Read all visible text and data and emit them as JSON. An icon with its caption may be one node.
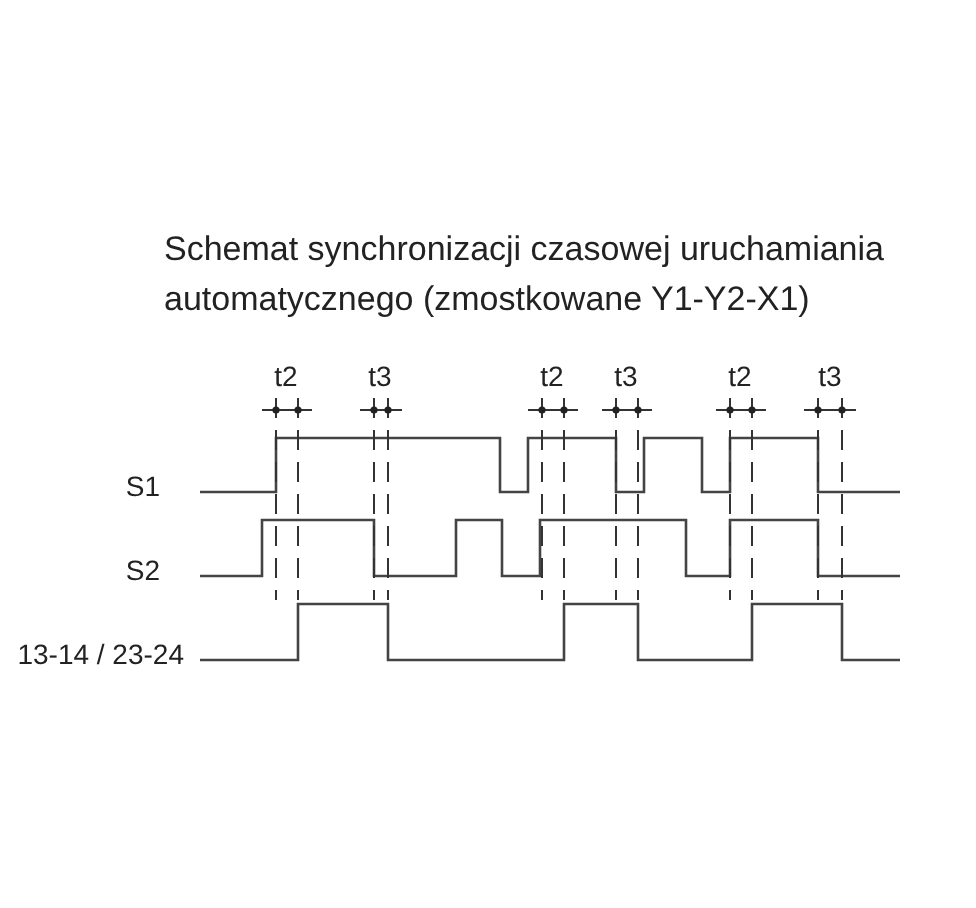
{
  "diagram": {
    "title": "Schemat synchronizacji czasowej uruchamiania automatycznego (zmostkowane Y1-Y2-X1)",
    "labels": [
      "t2",
      "t3",
      "t2",
      "t3",
      "t2",
      "t3",
      "S1",
      "S2",
      "13-14 / 23-24"
    ]
  }
}
